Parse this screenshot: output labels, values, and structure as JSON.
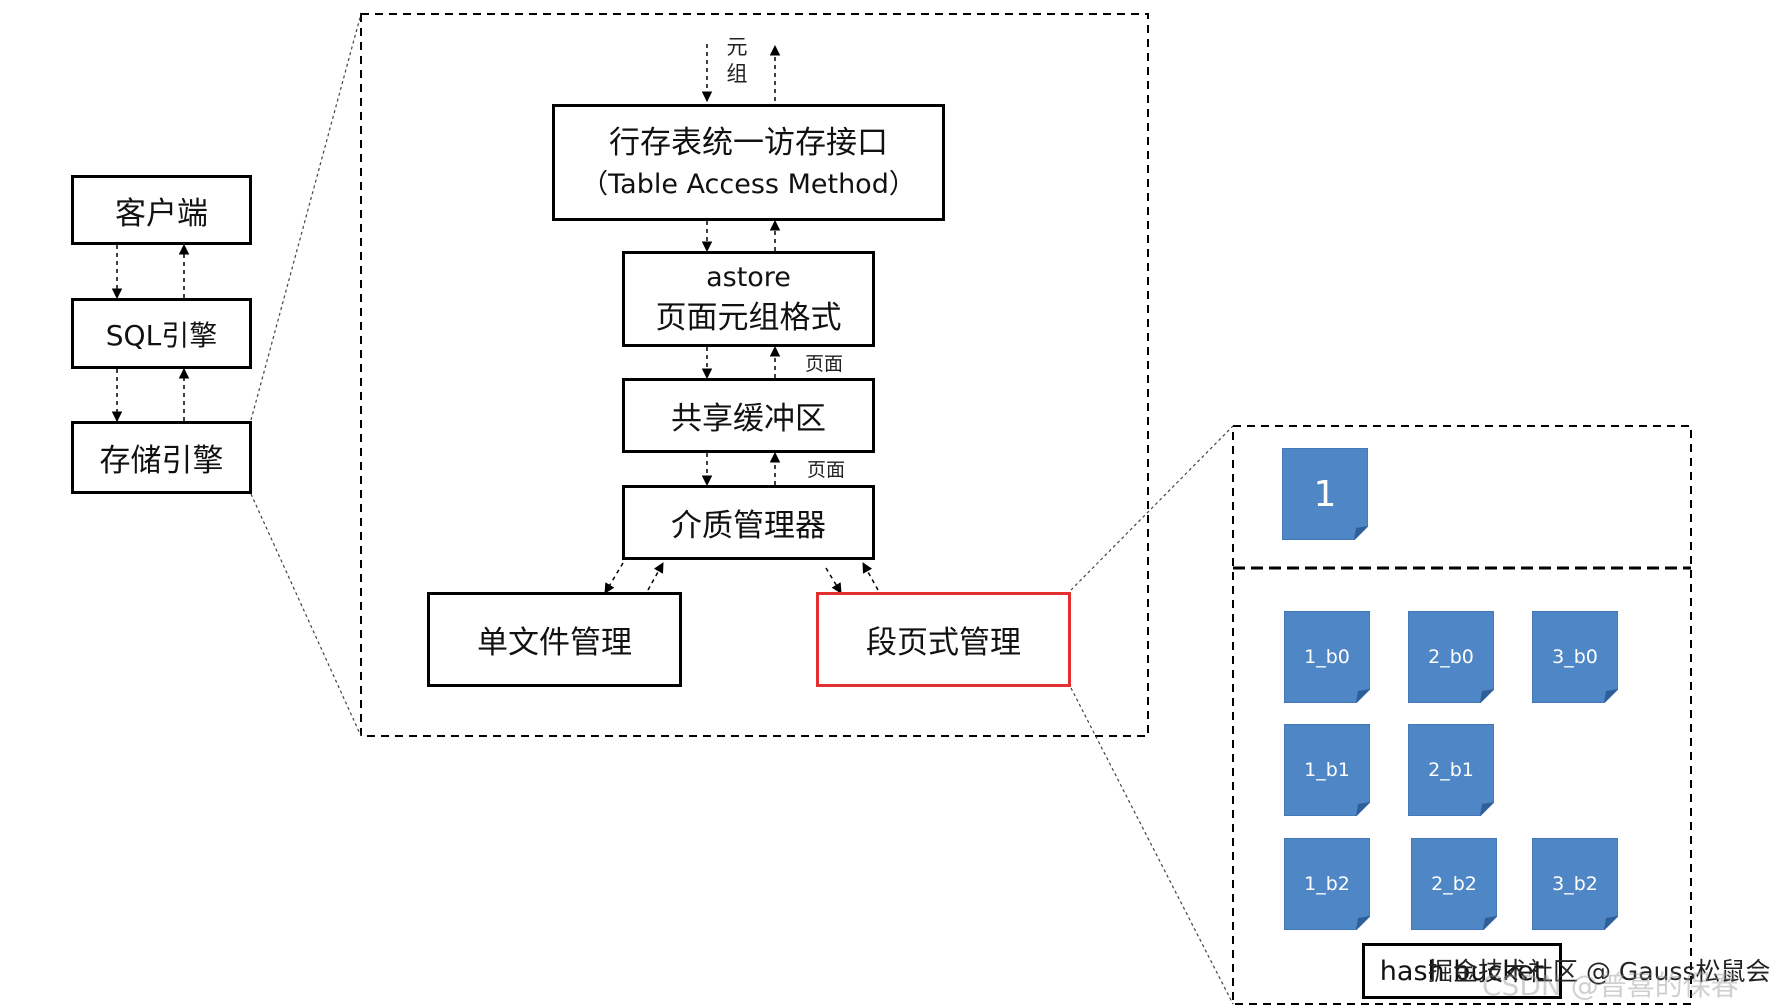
{
  "left_stack": {
    "client": "客户端",
    "sql_engine": "SQL引擎",
    "storage_engine": "存储引擎"
  },
  "middle": {
    "tuple_label": "元\n组",
    "tam_line1": "行存表统一访存接口",
    "tam_line2": "（Table Access Method）",
    "astore_line1": "astore",
    "astore_line2": "页面元组格式",
    "page_label_1": "页面",
    "shared_buffer": "共享缓冲区",
    "page_label_2": "页面",
    "media_manager": "介质管理器",
    "single_file": "单文件管理",
    "segment_page": "段页式管理"
  },
  "right": {
    "top_page": "1",
    "pages": [
      "1_b0",
      "2_b0",
      "3_b0",
      "1_b1",
      "2_b1",
      "1_b2",
      "2_b2",
      "3_b2"
    ],
    "hash_label": "hash bucket"
  },
  "watermarks": {
    "line1": "掘金技术社区 @ Gauss松鼠会",
    "line2": "CSDN @普喜的保春"
  },
  "colors": {
    "page_fill": "#4f86c6",
    "page_fold": "#2f5f98",
    "highlight_border": "#e53030"
  }
}
